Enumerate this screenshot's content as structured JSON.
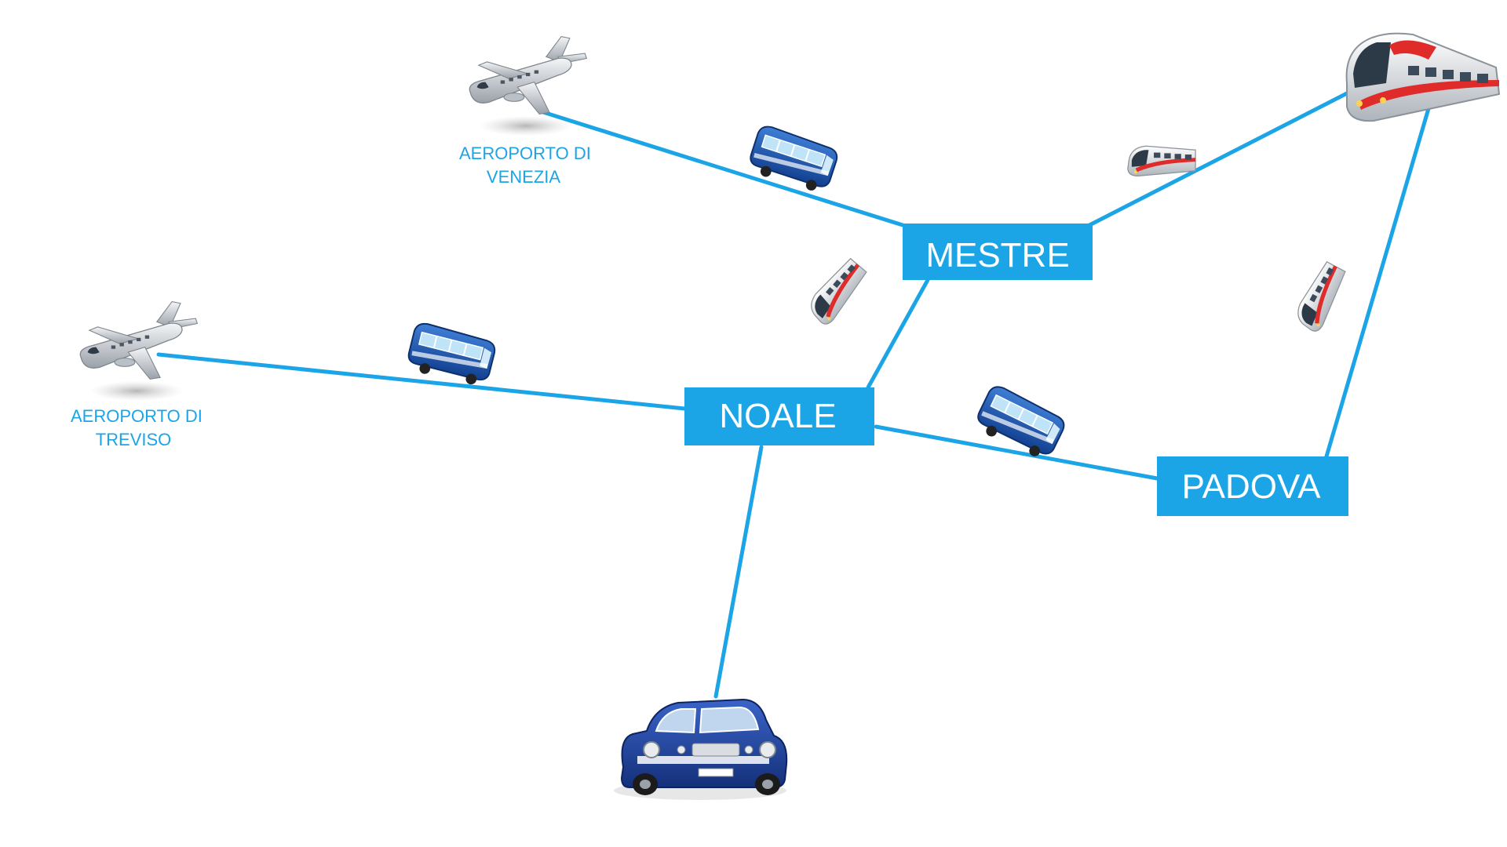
{
  "colors": {
    "accent": "#1ca5e6",
    "box_text": "#ffffff",
    "background": "#ffffff"
  },
  "nodes": {
    "mestre": "MESTRE",
    "noale": "NOALE",
    "padova": "PADOVA"
  },
  "airports": {
    "venezia": [
      "AEROPORTO DI",
      "VENEZIA"
    ],
    "treviso": [
      "AEROPORTO DI",
      "TREVISO"
    ]
  },
  "icons": {
    "venezia": "airplane-icon",
    "treviso": "airplane-icon",
    "train_station": "train-icon",
    "car": "car-icon",
    "bus": "bus-icon",
    "train_small": "train-icon"
  }
}
